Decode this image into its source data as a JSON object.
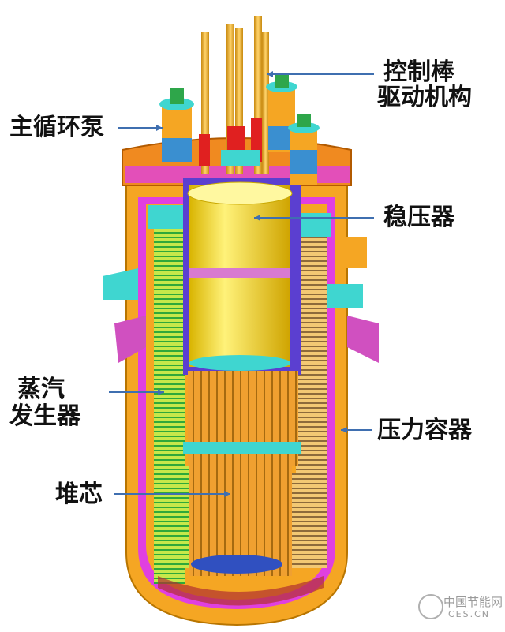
{
  "labels": {
    "main_pump": "主循环泵",
    "crdm_line1": "控制棒",
    "crdm_line2": "驱动机构",
    "pressurizer": "稳压器",
    "sg_line1": "蒸汽",
    "sg_line2": "发生器",
    "vessel": "压力容器",
    "core": "堆芯"
  },
  "watermark": {
    "site_cn": "中国节能网",
    "site_en": "CES.CN"
  },
  "colors": {
    "leader_line": "#3f6fb0",
    "vessel_orange": "#f5a623",
    "vessel_magenta": "#e040e0",
    "pressurizer_yellow": "#f4e04a",
    "sg_green": "#58c840",
    "pump_blue": "#3a8fd0",
    "core_blue": "#3050c0"
  }
}
